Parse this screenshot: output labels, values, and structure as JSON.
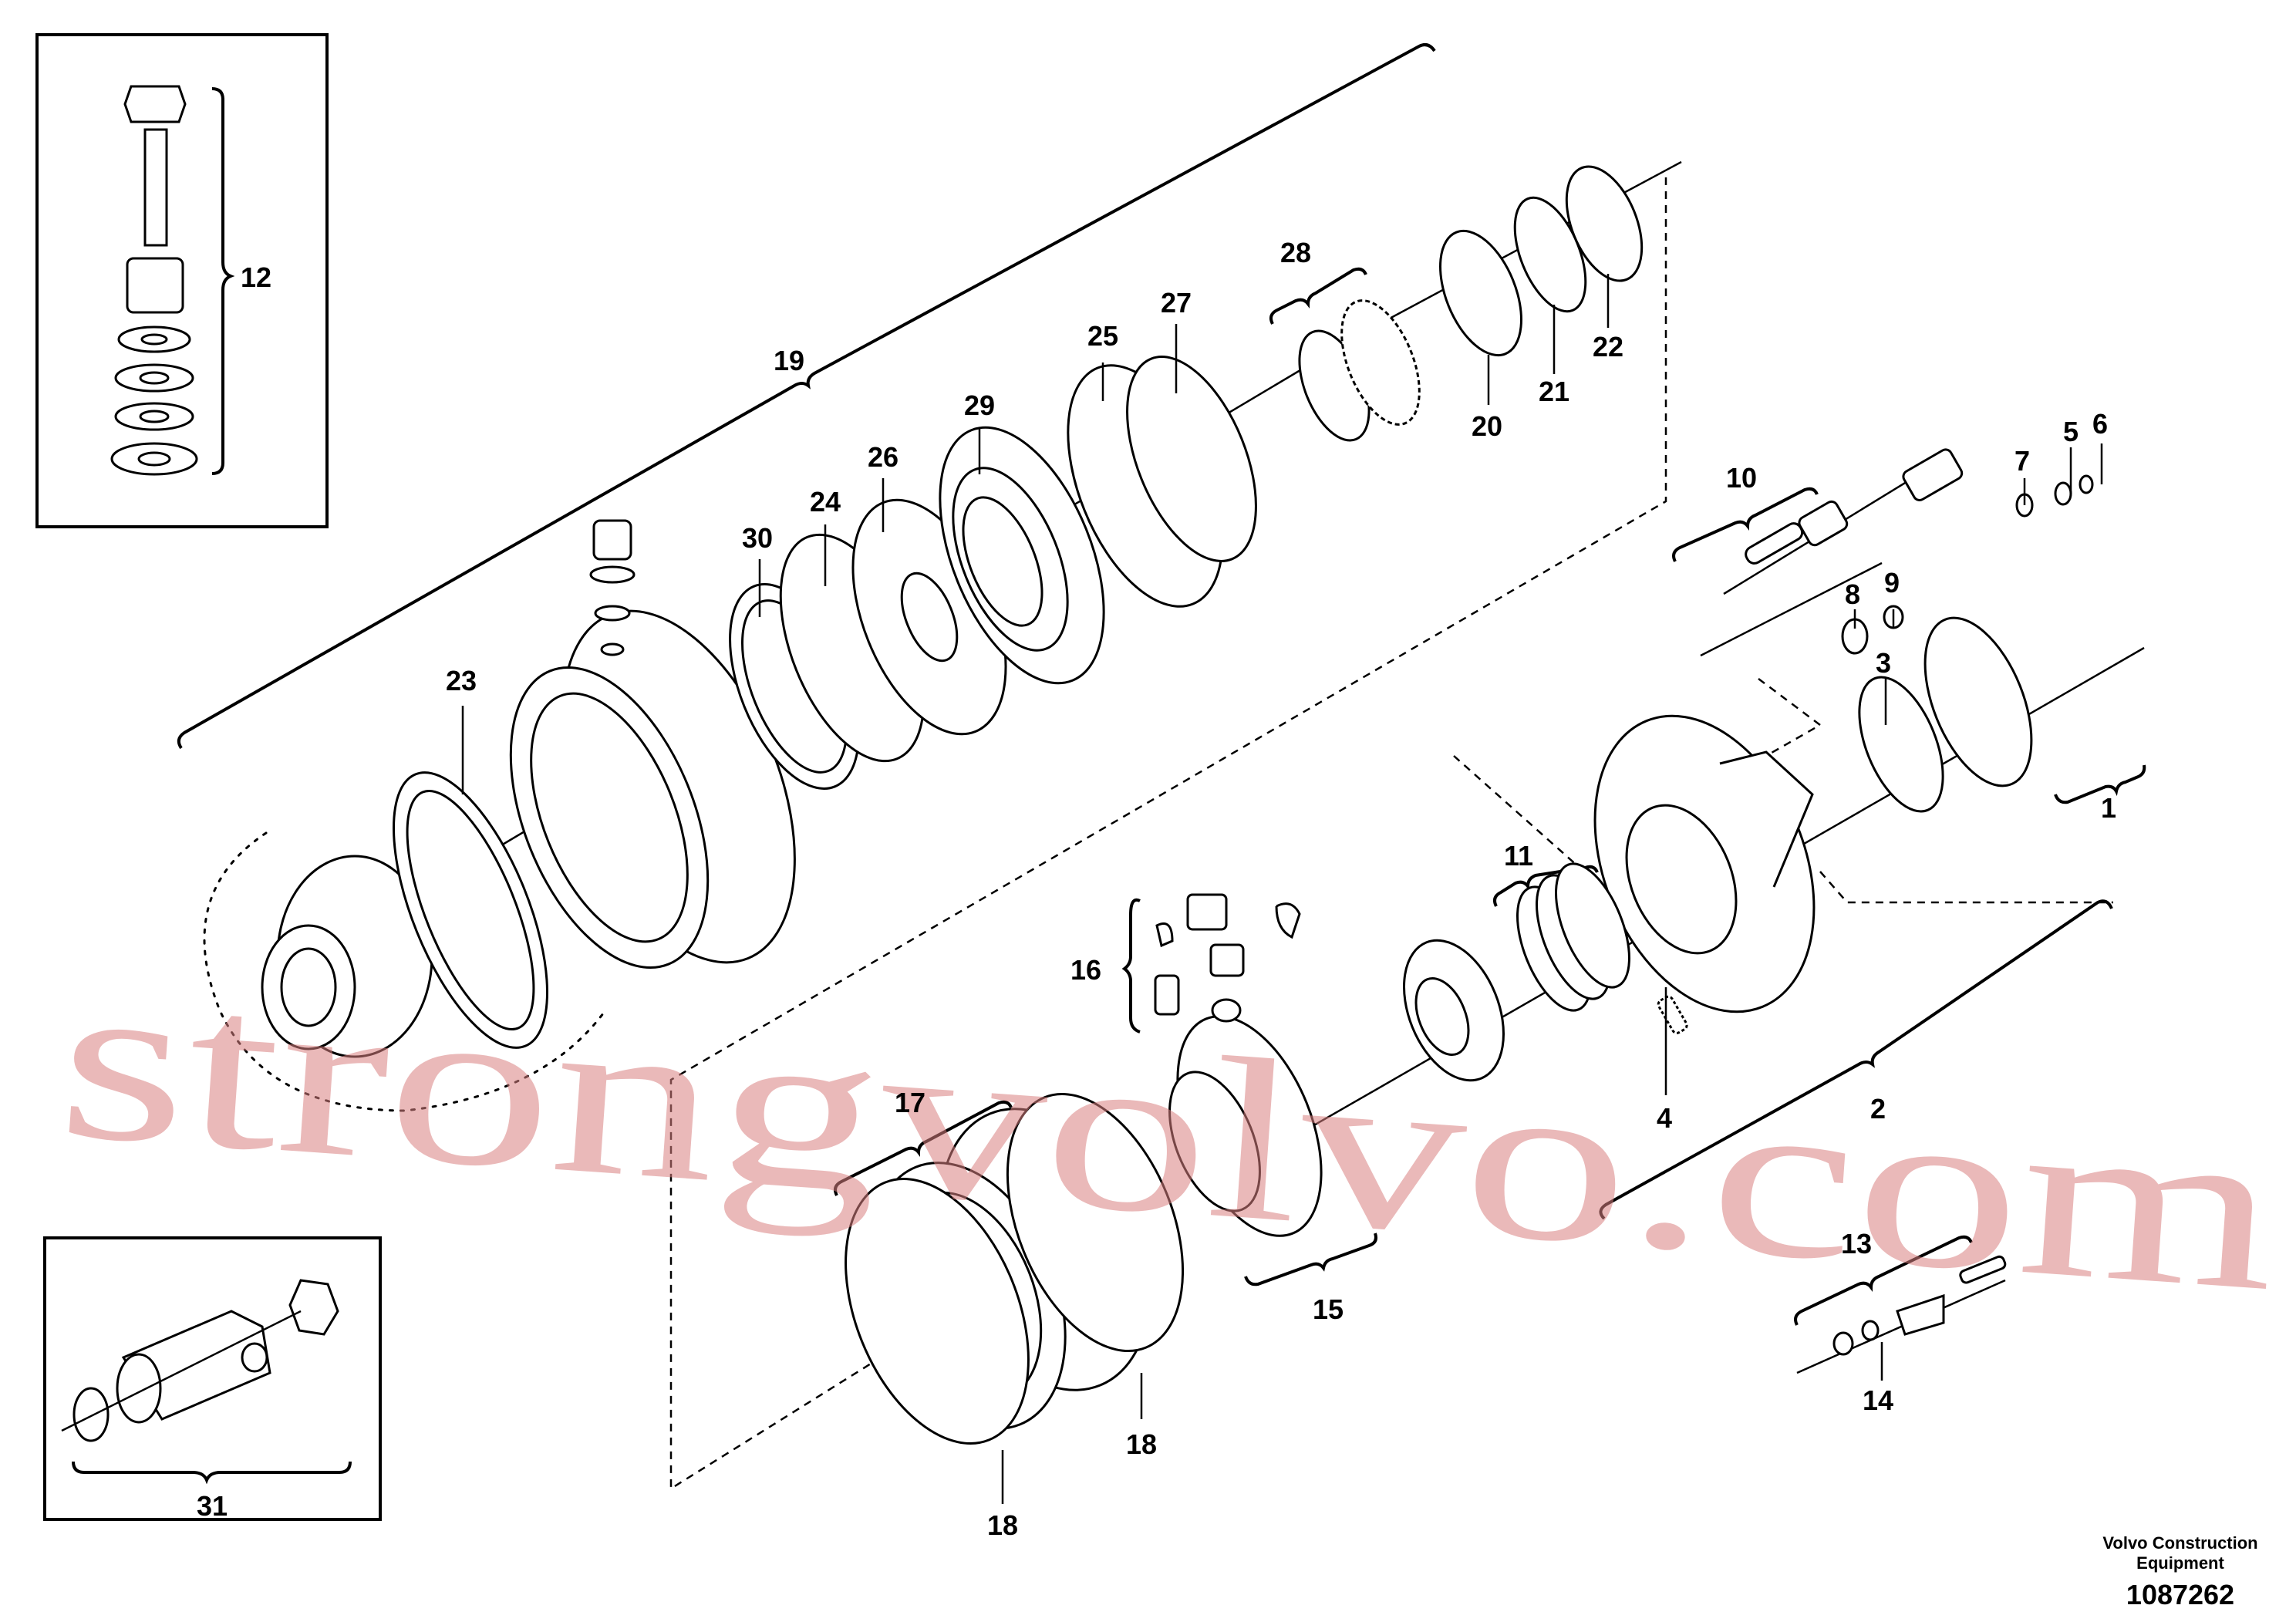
{
  "labels": [
    "1",
    "2",
    "3",
    "4",
    "5",
    "6",
    "7",
    "8",
    "9",
    "10",
    "11",
    "12",
    "13",
    "14",
    "15",
    "16",
    "17",
    "18",
    "18",
    "19",
    "20",
    "21",
    "22",
    "23",
    "24",
    "25",
    "26",
    "27",
    "28",
    "29",
    "30",
    "31"
  ],
  "watermark": "strongvolvo.com",
  "caption": {
    "company_line1": "Volvo Construction",
    "company_line2": "Equipment",
    "drawing_number": "1087262"
  }
}
